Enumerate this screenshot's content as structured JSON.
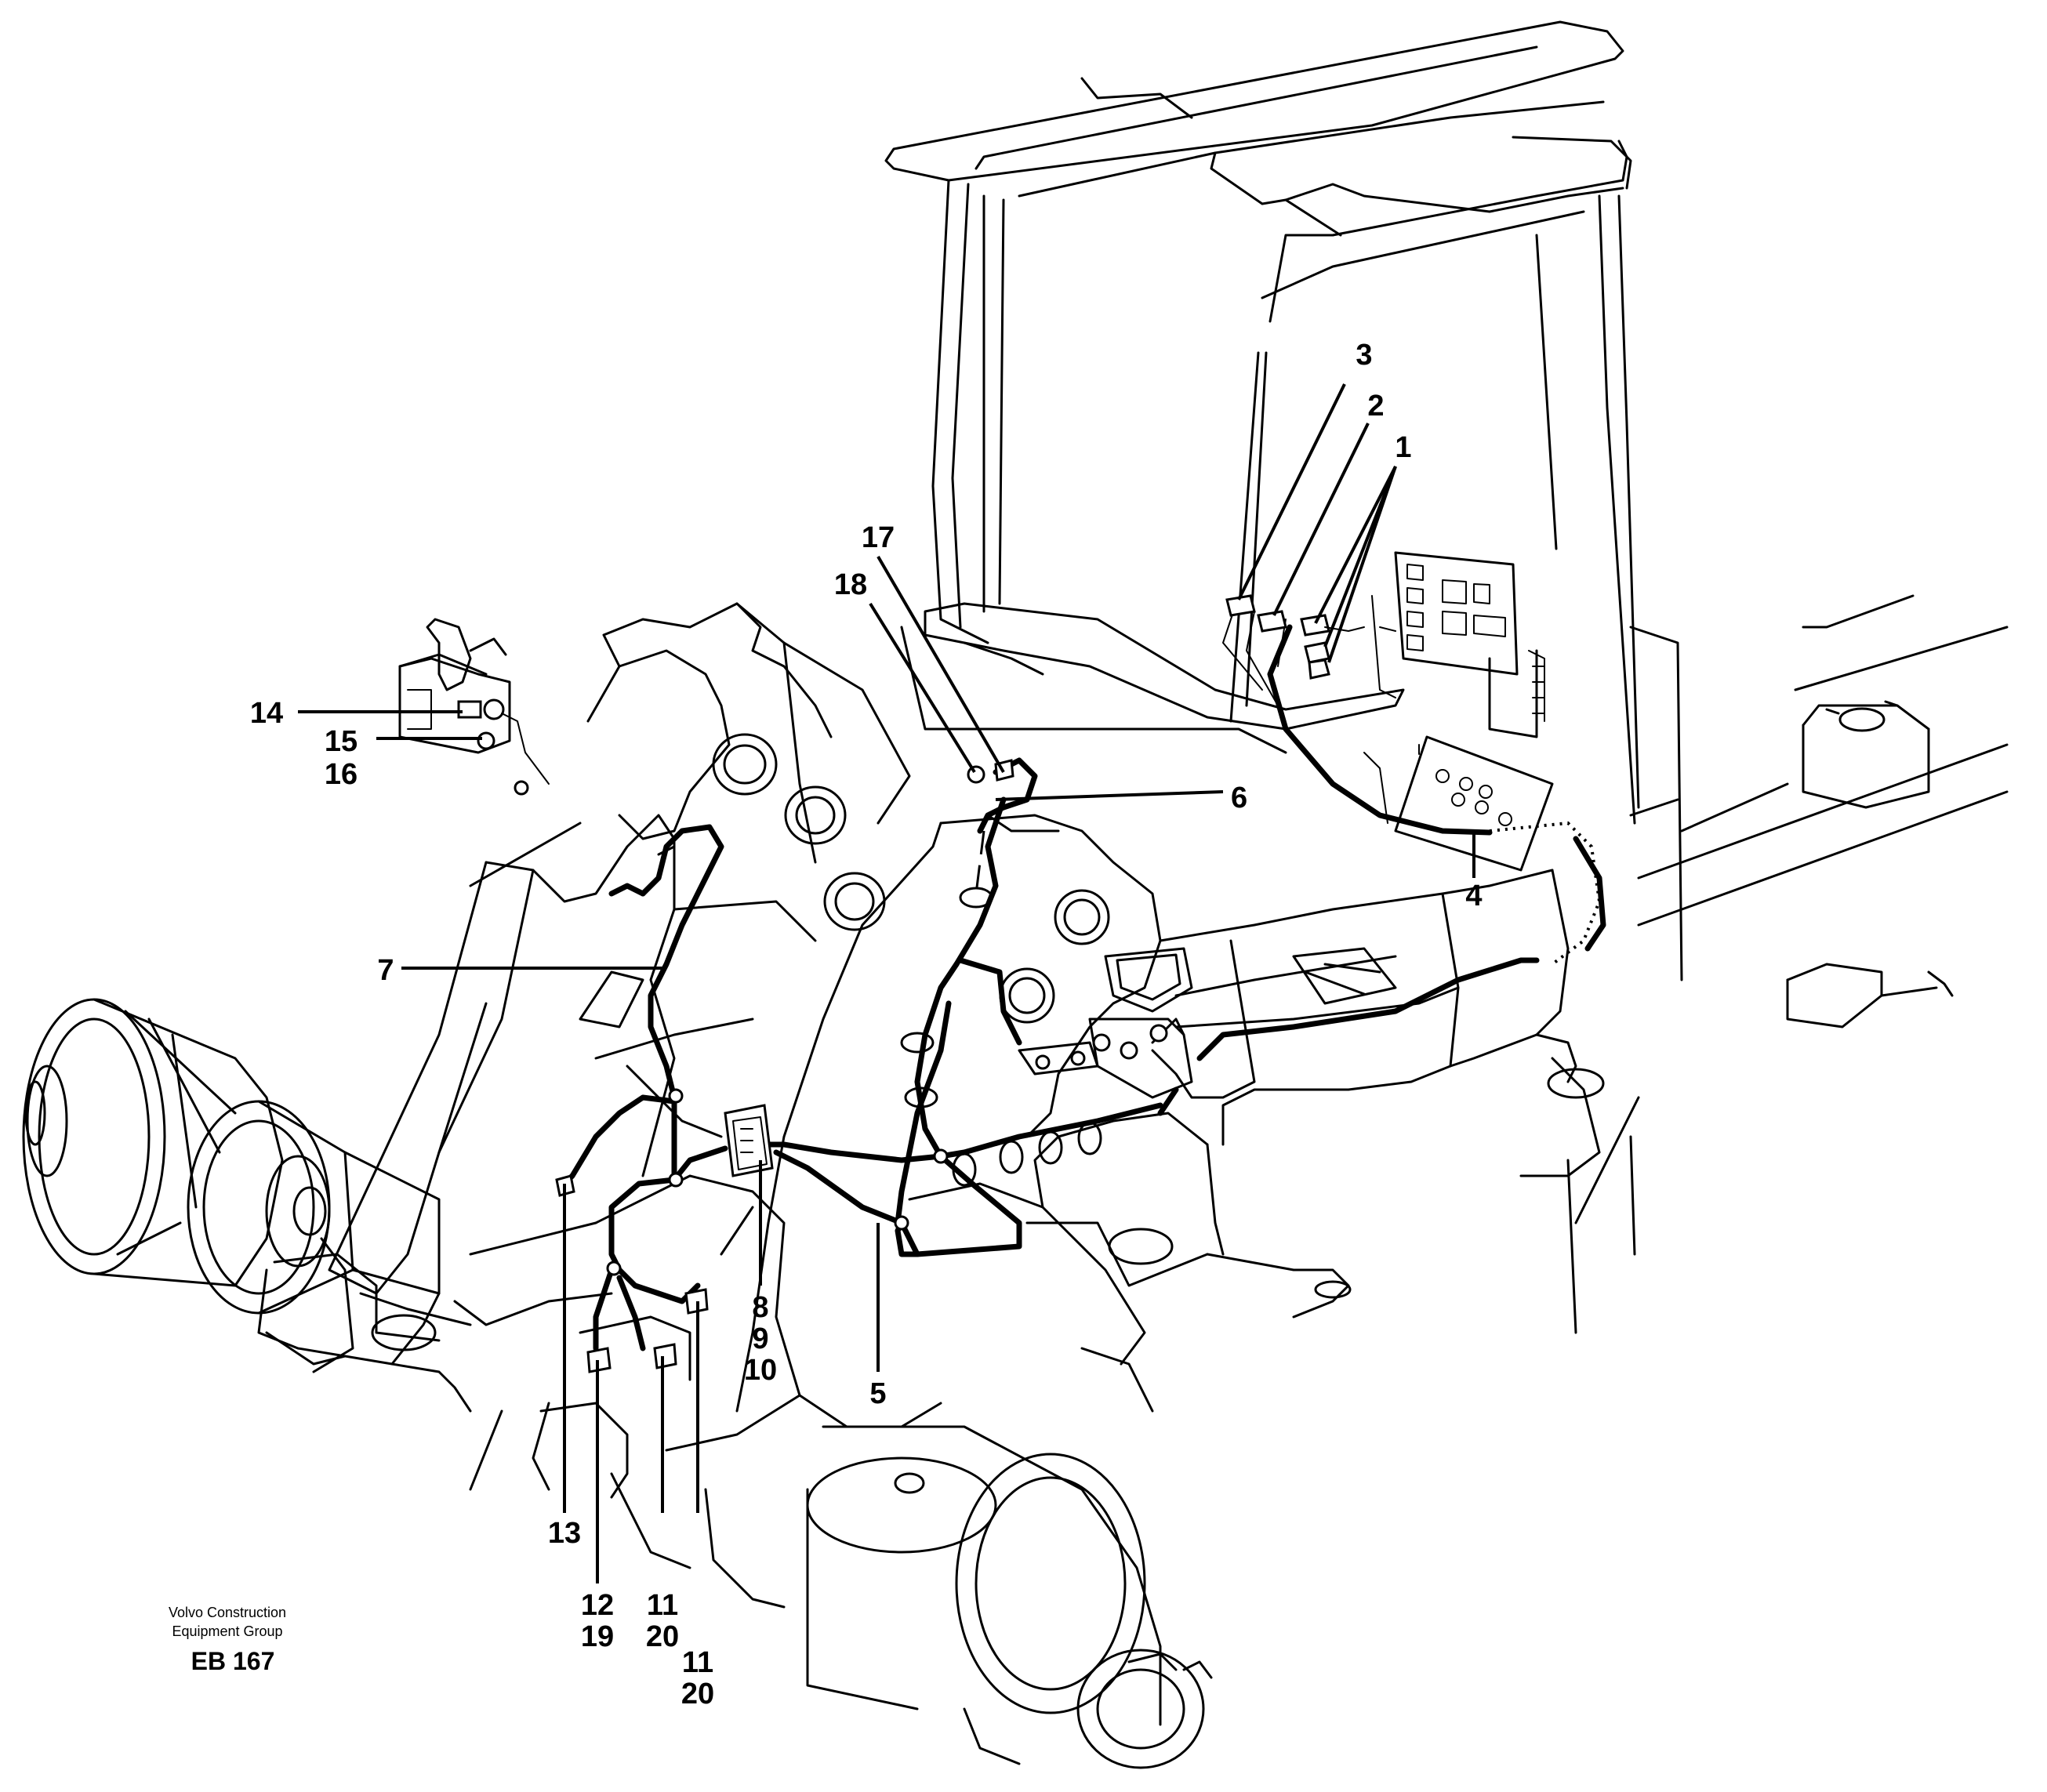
{
  "callouts": {
    "c1": "1",
    "c2": "2",
    "c3": "3",
    "c4": "4",
    "c5": "5",
    "c6": "6",
    "c7": "7",
    "c8": "8",
    "c9": "9",
    "c10": "10",
    "c11a": "11",
    "c20a": "20",
    "c11b": "11",
    "c20b": "20",
    "c12": "12",
    "c19": "19",
    "c13": "13",
    "c14": "14",
    "c15": "15",
    "c16": "16",
    "c17": "17",
    "c18": "18"
  },
  "footer": {
    "line1": "Volvo Construction",
    "line2": "Equipment Group",
    "code": "EB 167"
  }
}
